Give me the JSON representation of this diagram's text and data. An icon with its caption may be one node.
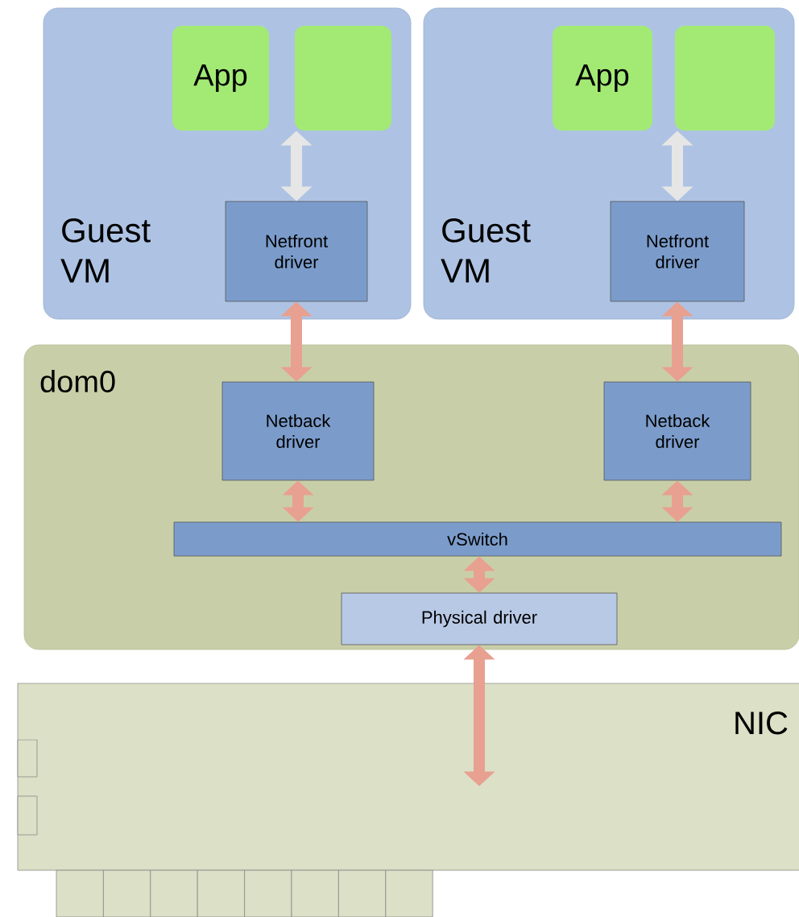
{
  "diagram": {
    "nodes": [
      {
        "text": [
          "Guest VM"
        ]
      },
      {
        "text": [
          "App"
        ],
        "in": 0
      },
      {
        "text": [],
        "shape": "box",
        "in": 0
      },
      {
        "text": [
          "Netfront driver"
        ],
        "in": 0
      },
      {
        "text": [
          "Guest VM"
        ]
      },
      {
        "text": [
          "App"
        ],
        "in": 4
      },
      {
        "text": [],
        "shape": "box",
        "in": 4
      },
      {
        "text": [
          "Netfront driver"
        ],
        "in": 4
      },
      {
        "text": [
          "dom0"
        ]
      },
      {
        "text": [
          "Netback driver"
        ],
        "in": 8
      },
      {
        "text": [
          "Netback driver"
        ],
        "in": 8
      },
      {
        "text": [
          "vSwitch"
        ],
        "in": 8
      },
      {
        "text": [
          "Physical driver"
        ],
        "in": 8
      },
      {
        "text": [
          "NIC"
        ]
      }
    ],
    "edges": [
      {
        "from": 3,
        "to": 2,
        "arrow": "both",
        "color": "#e6e6e6"
      },
      {
        "from": 7,
        "to": 6,
        "arrow": "both",
        "color": "#e6e6e6"
      },
      {
        "from": 3,
        "to": 9,
        "arrow": "both"
      },
      {
        "from": 7,
        "to": 10,
        "arrow": "both"
      },
      {
        "from": 9,
        "to": 11,
        "arrow": "both"
      },
      {
        "from": 10,
        "to": 11,
        "arrow": "both"
      },
      {
        "from": 12,
        "to": 11,
        "arrow": "both"
      },
      {
        "from": 12,
        "to": 13,
        "arrow": "both"
      }
    ]
  }
}
